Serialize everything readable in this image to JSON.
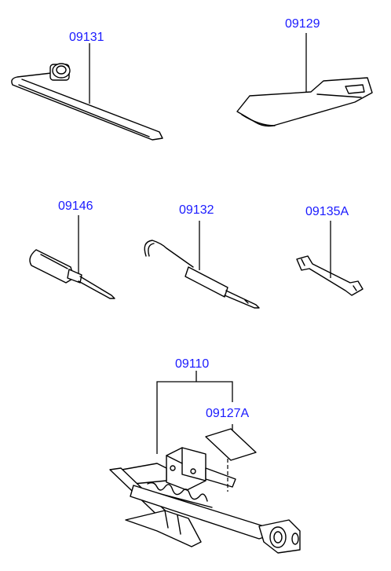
{
  "parts": [
    {
      "id": "wheel-brace",
      "label": "09131"
    },
    {
      "id": "bag",
      "label": "09129"
    },
    {
      "id": "screwdriver",
      "label": "09146"
    },
    {
      "id": "hook-tool",
      "label": "09132"
    },
    {
      "id": "spanner",
      "label": "09135A"
    },
    {
      "id": "jack",
      "label": "09110"
    },
    {
      "id": "jack-label",
      "label": "09127A"
    }
  ]
}
